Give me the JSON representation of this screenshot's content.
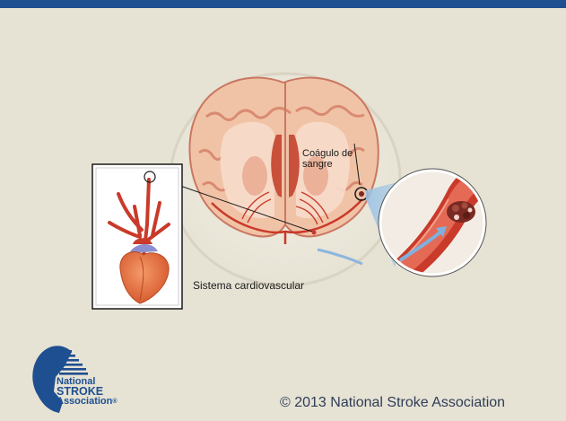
{
  "labels": {
    "clot_line1": "Coágulo de",
    "clot_line2": "sangre",
    "cardiovascular": "Sistema cardiovascular"
  },
  "logo": {
    "line1": "National",
    "line2": "STROKE",
    "line3": "Association",
    "mark": "®"
  },
  "footer": {
    "copyright": "© 2013 National Stroke Association"
  },
  "colors": {
    "top_bar": "#1e4f91",
    "background": "#e6e2d4",
    "artery": "#c93a2a",
    "clot": "#7a2a22",
    "brain_tissue": "#f2c4a8",
    "logo_blue": "#1e4f91"
  }
}
